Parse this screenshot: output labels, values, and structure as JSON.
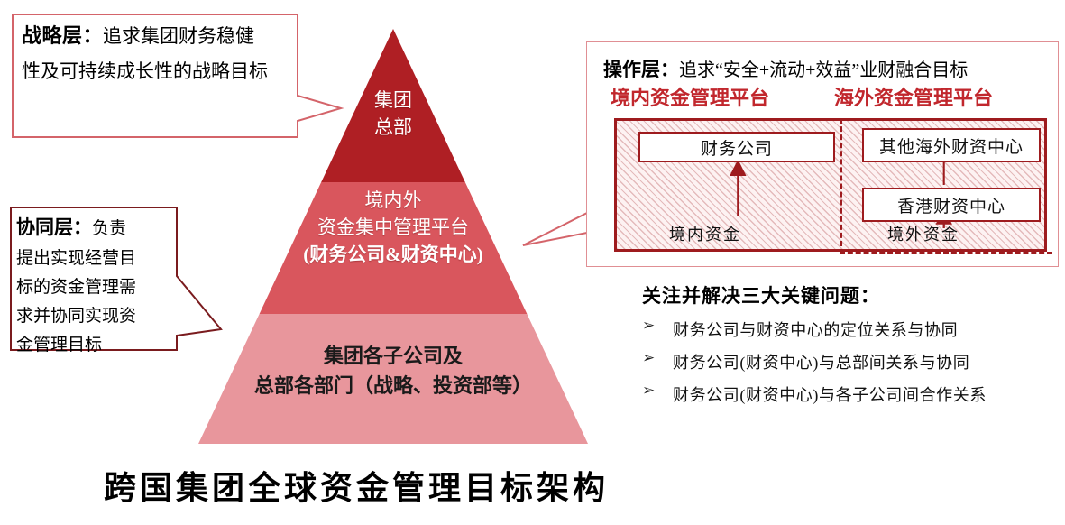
{
  "diagram": {
    "title": "跨国集团全球资金管理目标架构"
  },
  "colors": {
    "tier_top": "#AF1F24",
    "tier_middle": "#D9565D",
    "tier_bottom": "#E8969C",
    "accent_red": "#C1272D",
    "border_dark_red": "#9E1B1E",
    "callout_border": "#D4646A",
    "hatch_fill": "#FDF2F2"
  },
  "callouts": [
    {
      "id": "strategy",
      "lead": "战略层：",
      "line1": "追求集团财务稳健",
      "line2": "性及可持续成长性的战略目标"
    },
    {
      "id": "synergy",
      "lead": "协同层：",
      "line1": "负责",
      "line2": "提出实现经营目",
      "line3": "标的资金管理需",
      "line4": "求并协同实现资",
      "line5": "金管理目标"
    }
  ],
  "pyramid": {
    "tiers": [
      {
        "id": "top",
        "line1": "集团",
        "line2": "总部",
        "color": "#AF1F24"
      },
      {
        "id": "middle",
        "line1": "境内外",
        "line2": "资金集中管理平台",
        "line3": "(财务公司&财资中心)",
        "color": "#D9565D"
      },
      {
        "id": "bottom",
        "line1": "集团各子公司及",
        "line2": "总部各部门（战略、投资部等）",
        "color": "#E8969C"
      }
    ]
  },
  "operations_panel": {
    "head_lead": "操作层：",
    "head_rest": "追求“安全+流动+效益”业财融合目标",
    "platform_domestic": "境内资金管理平台",
    "platform_overseas": "海外资金管理平台",
    "nodes": {
      "finance_company": "财务公司",
      "other_overseas_treasury_center": "其他海外财资中心",
      "hongkong_treasury_center": "香港财资中心"
    },
    "captions": {
      "domestic_funds": "境内资金",
      "overseas_funds": "境外资金"
    }
  },
  "key_issues": {
    "title": "关注并解决三大关键问题：",
    "bullet_glyph": "➢",
    "items": [
      "财务公司与财资中心的定位关系与协同",
      "财务公司(财资中心)与总部间关系与协同",
      "财务公司(财资中心)与各子公司间合作关系"
    ]
  }
}
